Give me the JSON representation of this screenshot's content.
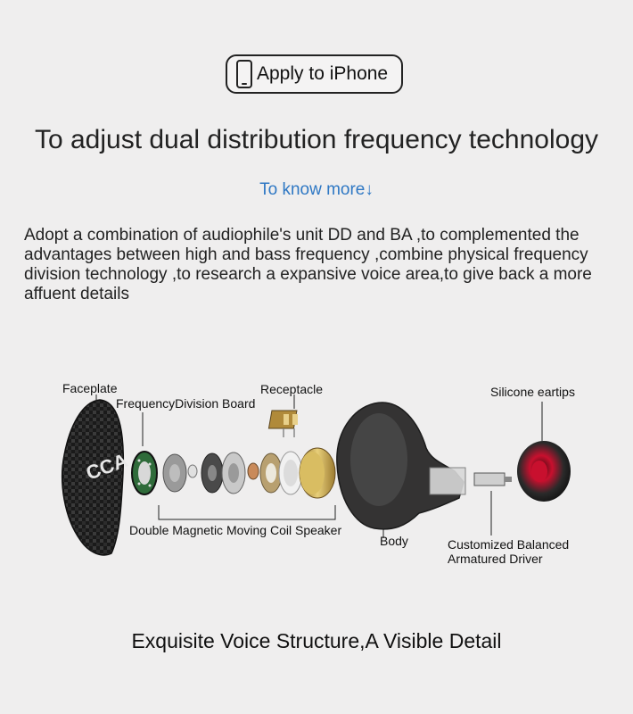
{
  "badge": {
    "label": "Apply to iPhone",
    "icon": "phone-icon"
  },
  "headline": "To adjust dual distribution frequency technology",
  "know_more": "To know more↓",
  "description": "Adopt a combination of audiophile's unit DD and BA ,to complemented the advantages between high and bass frequency ,combine physical frequency division technology ,to research a expansive voice area,to give back a more affuent details",
  "parts": {
    "faceplate": "Faceplate",
    "frequency_board": "FrequencyDivision Board",
    "receptacle": "Receptacle",
    "silicone_eartips": "Silicone eartips",
    "speaker": "Double Magnetic Moving Coil Speaker",
    "body": "Body",
    "ba_driver_line1": "Customized Balanced",
    "ba_driver_line2": "Armatured Driver"
  },
  "faceplate_logo": "CCA",
  "footer": "Exquisite Voice Structure,A Visible Detail",
  "colors": {
    "link": "#2f78c4",
    "background": "#efeeee",
    "eartip_red": "#c8102e"
  }
}
